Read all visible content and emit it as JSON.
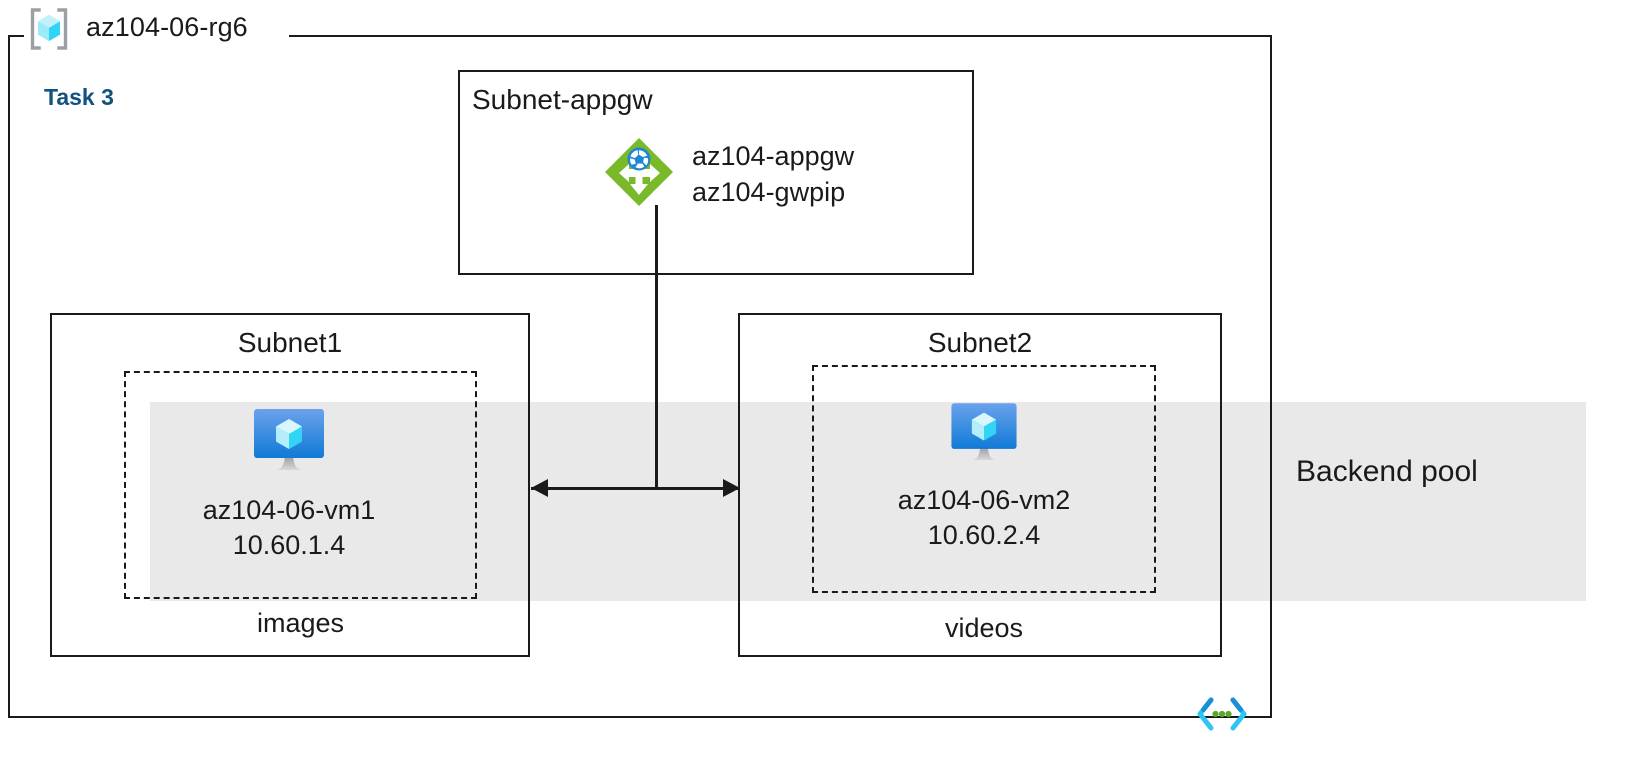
{
  "diagram": {
    "type": "azure-architecture",
    "resource_group": {
      "name": "az104-06-rg6",
      "icon": "resource-group-icon"
    },
    "task": {
      "label": "Task 3",
      "color": "#12537e"
    },
    "backend_pool": {
      "label": "Backend pool",
      "band_color": "#e9e9e9"
    },
    "subnets": [
      {
        "key": "appgw",
        "title": "Subnet-appgw",
        "resources": [
          {
            "icon": "application-gateway-icon",
            "lines": [
              "az104-appgw",
              "az104-gwpip"
            ]
          }
        ]
      },
      {
        "key": "subnet1",
        "title": "Subnet1",
        "vm": {
          "icon": "virtual-machine-icon",
          "name": "az104-06-vm1",
          "ip": "10.60.1.4"
        },
        "caption": "images"
      },
      {
        "key": "subnet2",
        "title": "Subnet2",
        "vm": {
          "icon": "virtual-machine-icon",
          "name": "az104-06-vm2",
          "ip": "10.60.2.4"
        },
        "caption": "videos"
      }
    ],
    "badges": [
      {
        "icon": "code-brackets-icon",
        "colors": [
          "#2fc5f2",
          "#1b8fd6",
          "#5ba72b"
        ]
      }
    ],
    "connectors": [
      {
        "from": "az104-appgw",
        "to": "backend-pool",
        "style": "vertical-line"
      },
      {
        "from": "az104-06-vm1",
        "to": "az104-06-vm2",
        "style": "double-arrow-horizontal"
      }
    ],
    "colors": {
      "stroke": "#1a1a1a",
      "accent_blue": "#12537e",
      "appgw_green": "#7ab929",
      "vm_blue": "#0f7ad6",
      "band_gray": "#e9e9e9"
    }
  }
}
